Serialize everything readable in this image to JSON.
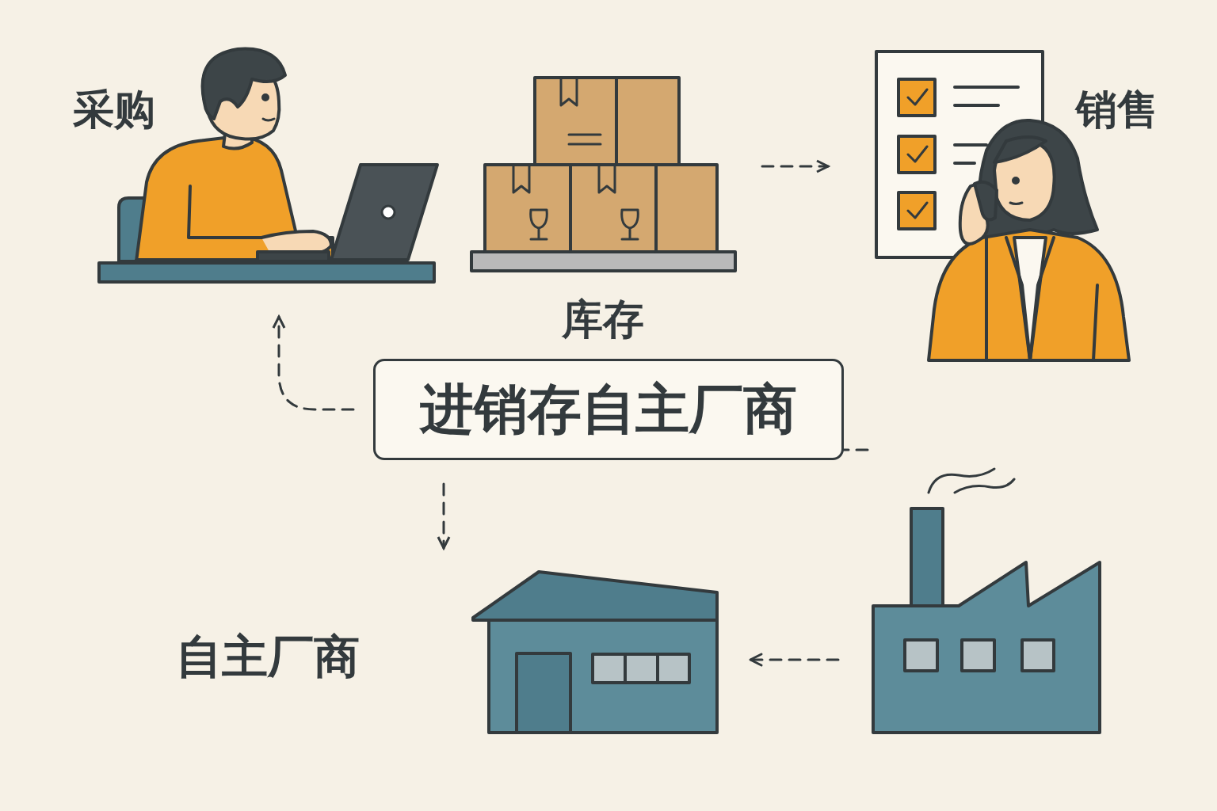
{
  "diagram": {
    "nodes": [
      {
        "text": [
          "采购"
        ]
      },
      {
        "text": [
          "库存"
        ]
      },
      {
        "text": [
          "销售"
        ]
      },
      {
        "text": [
          "进销存自主厂商"
        ]
      },
      {
        "text": [
          "自主厂商"
        ]
      }
    ],
    "edges": [
      {
        "from": 1,
        "to": 2,
        "arrow": "to"
      },
      {
        "from": 3,
        "to": 0,
        "arrow": "to"
      },
      {
        "from": 3,
        "to": 2,
        "arrow": "none"
      },
      {
        "from": 3,
        "to": 4,
        "arrow": "to"
      }
    ]
  }
}
